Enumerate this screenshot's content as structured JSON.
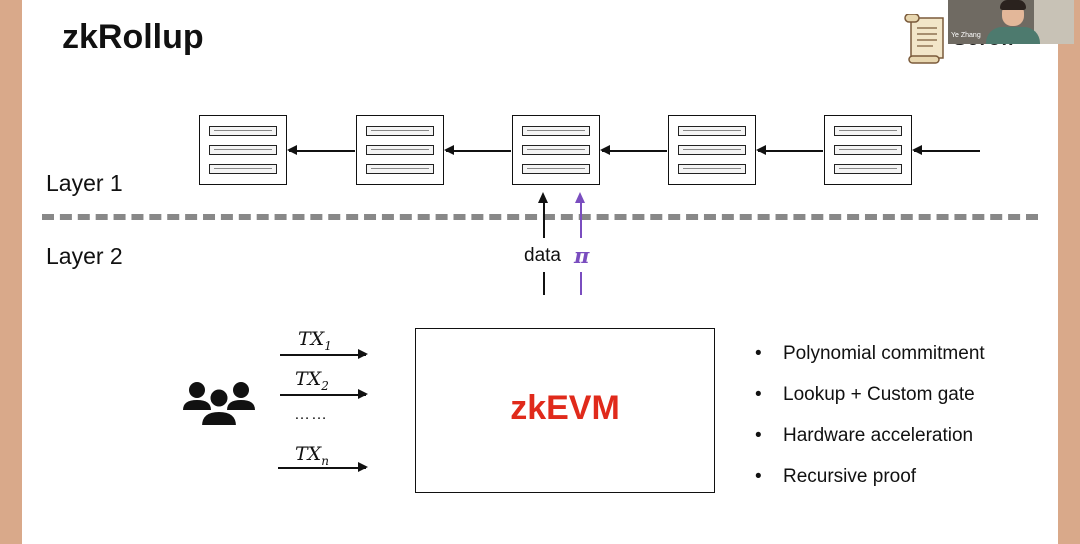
{
  "slide": {
    "title": "zkRollup",
    "layer1_label": "Layer 1",
    "layer2_label": "Layer 2"
  },
  "flow": {
    "data_label": "data",
    "proof_label": "π"
  },
  "zkevm": {
    "label": "zkEVM"
  },
  "transactions": {
    "items": [
      {
        "name": "TX",
        "sub": "1"
      },
      {
        "name": "TX",
        "sub": "2"
      },
      {
        "name": "TX",
        "sub": "n"
      }
    ],
    "ellipsis": "……"
  },
  "features": [
    "Polynomial commitment",
    "Lookup + Custom gate",
    "Hardware acceleration",
    "Recursive proof"
  ],
  "video": {
    "name": "Ye Zhang"
  },
  "logo": {
    "text": "Scroll"
  },
  "colors": {
    "zkevm": "#e02a1b",
    "proof": "#7a4dbf",
    "divider": "#888888",
    "frame": "#d9a98a"
  }
}
